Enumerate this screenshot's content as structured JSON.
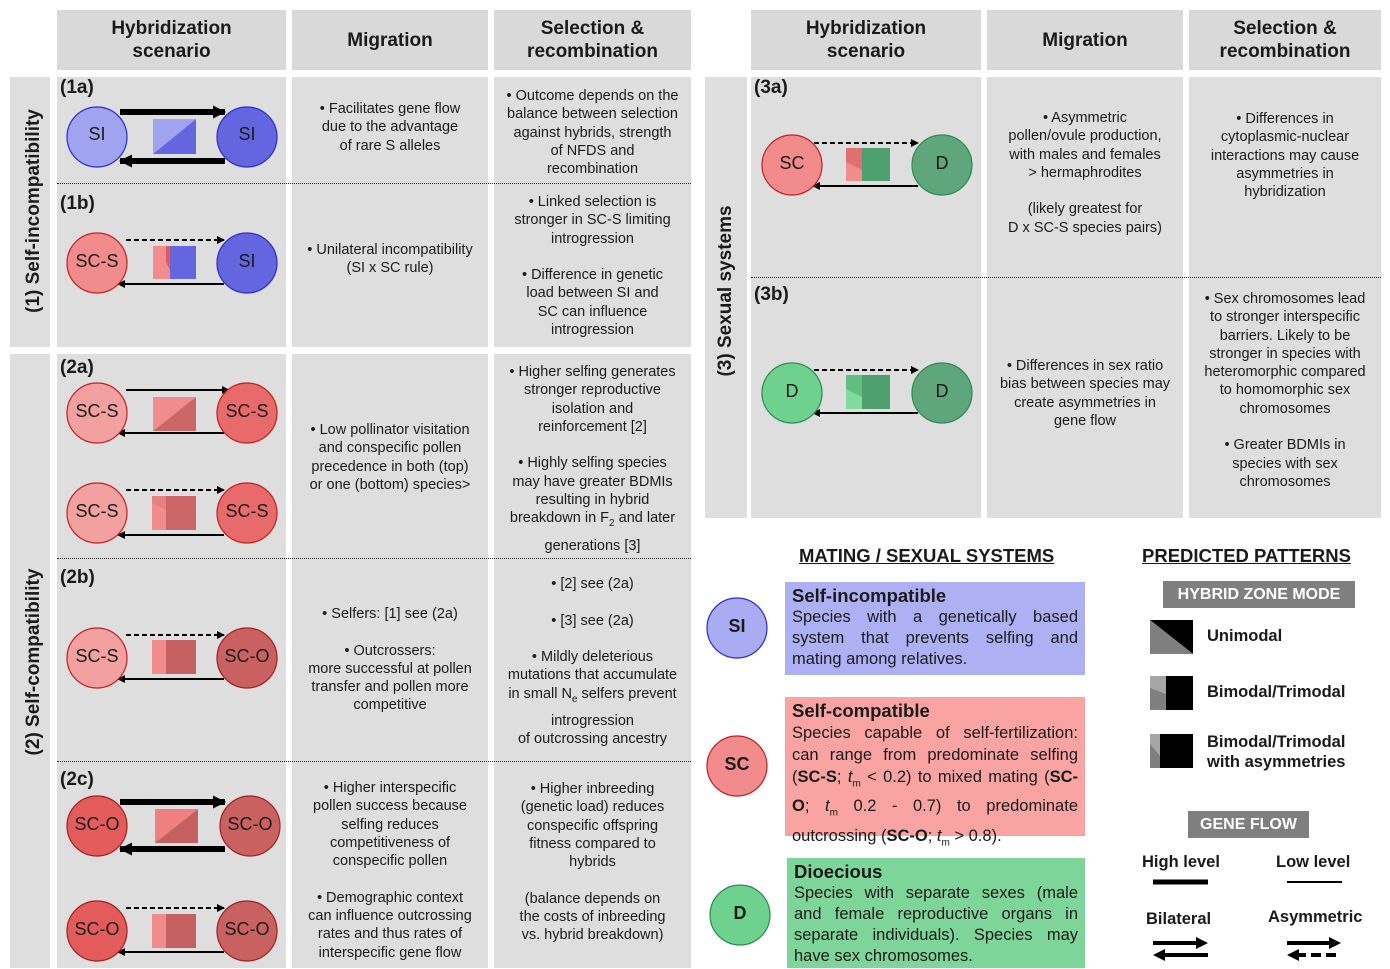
{
  "headers_left": {
    "scenario": [
      "Hybridization",
      "scenario"
    ],
    "migration": "Migration",
    "selection": [
      "Selection &",
      "recombination"
    ]
  },
  "headers_right": {
    "scenario": [
      "Hybridization",
      "scenario"
    ],
    "migration": "Migration",
    "selection": [
      "Selection &",
      "recombination"
    ]
  },
  "sidebars": {
    "self_incompat": "(1) Self-incompatibility",
    "self_compat": "(2) Self-compatibility",
    "sexual": "(3) Sexual systems"
  },
  "panels": {
    "p1a": {
      "label": "(1a)",
      "left": "SI",
      "right": "SI"
    },
    "p1b": {
      "label": "(1b)",
      "left": "SC-S",
      "right": "SI"
    },
    "p2a": {
      "label": "(2a)",
      "top_left": "SC-S",
      "top_right": "SC-S",
      "bottom_left": "SC-S",
      "bottom_right": "SC-S"
    },
    "p2b": {
      "label": "(2b)",
      "left": "SC-S",
      "right": "SC-O"
    },
    "p2c": {
      "label": "(2c)",
      "top_left": "SC-O",
      "top_right": "SC-O",
      "bottom_left": "SC-O",
      "bottom_right": "SC-O"
    },
    "p3a": {
      "label": "(3a)",
      "left": "SC",
      "right": "D"
    },
    "p3b": {
      "label": "(3b)",
      "left": "D",
      "right": "D"
    }
  },
  "migration_text": {
    "m1a": [
      "• Facilitates gene flow",
      "due to the advantage",
      "of rare S alleles"
    ],
    "m1b": [
      "• Unilateral incompatibility",
      "(SI x SC rule)"
    ],
    "m2a": [
      "• Low pollinator visitation",
      "and conspecific pollen",
      "precedence in both (top)",
      "or one (bottom) species>"
    ],
    "m2b": [
      "• Selfers: [1] see (2a)",
      "",
      "• Outcrossers:",
      "more successful at pollen",
      "transfer and pollen more",
      "competitive"
    ],
    "m2c": [
      "• Higher interspecific",
      "pollen success because",
      "selfing reduces",
      "competitiveness of",
      "conspecific pollen",
      "",
      "• Demographic context",
      "can influence outcrossing",
      "rates and thus rates of",
      "interspecific gene flow"
    ],
    "m3a": [
      "• Asymmetric",
      "pollen/ovule production,",
      "with males and females",
      "> hermaphrodites",
      "",
      "(likely greatest for",
      "D x SC-S species pairs)"
    ],
    "m3b": [
      "• Differences in sex ratio",
      "bias between species may",
      "create asymmetries in",
      "gene flow"
    ]
  },
  "selection_text": {
    "s1a": [
      "• Outcome depends on the",
      "balance between selection",
      "against hybrids, strength",
      "of NFDS and",
      "recombination"
    ],
    "s1b": [
      "• Linked selection is",
      "stronger in SC-S limiting",
      "introgression",
      "",
      "• Difference in genetic",
      "load between SI and",
      "SC can influence",
      "introgression"
    ],
    "s2a": [
      "• Higher selfing generates",
      "stronger reproductive",
      "isolation and",
      "reinforcement [2]",
      "",
      "• Highly selfing species",
      "may have greater BDMIs",
      "resulting in hybrid"
    ],
    "s2a_f2": {
      "pre": "breakdown in F",
      "sub": "2",
      "post": " and later"
    },
    "s2a_last": "generations [3]",
    "s2b": [
      "• [2] see (2a)",
      "",
      "• [3] see (2a)",
      "",
      "• Mildly deleterious",
      "mutations that accumulate"
    ],
    "s2b_ne": {
      "pre": "in small N",
      "sub": "e",
      "post": " selfers prevent"
    },
    "s2b_tail": [
      "introgression",
      "of outcrossing ancestry"
    ],
    "s2c": [
      "• Higher inbreeding",
      "(genetic load) reduces",
      "conspecific offspring",
      "fitness compared to",
      "hybrids",
      "",
      "(balance depends on",
      "the costs of inbreeding",
      "vs. hybrid breakdown)"
    ],
    "s3a": [
      "• Differences in",
      "cytoplasmic-nuclear",
      "interactions may cause",
      "asymmetries in",
      "hybridization"
    ],
    "s3b": [
      "• Sex chromosomes lead",
      "to stronger interspecific",
      "barriers. Likely to be",
      "stronger in species with",
      "heteromorphic compared",
      "to homomorphic sex",
      "chromosomes",
      "",
      "• Greater BDMIs in",
      "species with sex",
      "chromosomes"
    ]
  },
  "legend": {
    "title": "MATING / SEXUAL SYSTEMS",
    "si": {
      "symbol": "SI",
      "title": "Self-incompatible",
      "text": "Species with a genetically based system that prevents selfing and mating among relatives."
    },
    "sc": {
      "symbol": "SC",
      "title": "Self-compatible",
      "text_1": "Species capable of self-fertilization: can range from predominate selfing (",
      "scs": "SC-S",
      "t1": "; ",
      "tm": "t",
      "m": "m",
      "v1": " < 0.2) to mixed mating (",
      "sco": "SC-O",
      "v2": " 0.2 - 0.7) to predominate outcrossing (",
      "v3": " > 0.8)."
    },
    "d": {
      "symbol": "D",
      "title": "Dioecious",
      "text": "Species with separate sexes (male and female reproductive organs in separate individuals). Species may have sex chromosomes."
    }
  },
  "predicted": {
    "title": "PREDICTED PATTERNS",
    "hybrid_zone_mode": "HYBRID ZONE MODE",
    "unimodal": "Unimodal",
    "bimodal": "Bimodal/Trimodal",
    "bimodal_asym": [
      "Bimodal/Trimodal",
      "with asymmetries"
    ],
    "gene_flow": "GENE FLOW",
    "high": "High level",
    "low": "Low level",
    "bilateral": "Bilateral",
    "asymmetric": "Asymmetric"
  },
  "colors": {
    "si_fill": "#9fa3f0",
    "si_dark": "#6366de",
    "sc_fill": "#f28b8b",
    "sc_dark": "#cc4b4b",
    "d_fill": "#6fd18e",
    "d_dark": "#4fa06f"
  }
}
